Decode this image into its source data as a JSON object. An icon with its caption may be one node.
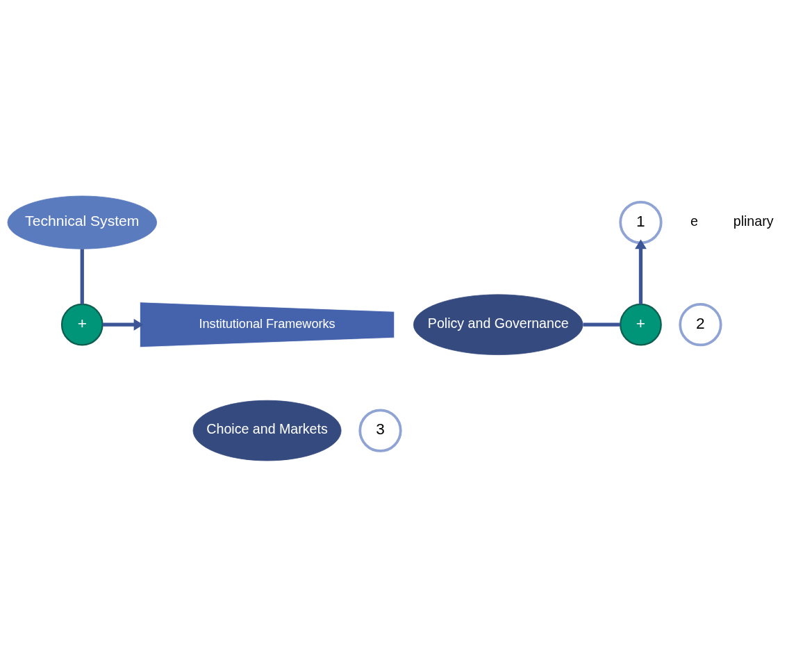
{
  "diagram": {
    "nodes": [
      {
        "text": [
          "Technical System"
        ]
      },
      {
        "text": [
          "1"
        ]
      },
      {
        "text": [
          "Institutional Frameworks"
        ]
      },
      {
        "text": [
          "Policy and Governance"
        ]
      },
      {
        "text": [
          "2"
        ]
      },
      {
        "text": [
          "Choice and Markets"
        ]
      },
      {
        "text": [
          "3"
        ]
      },
      {
        "text": [
          "+"
        ]
      },
      {
        "text": [
          "+"
        ]
      }
    ],
    "edges": [
      {
        "from": 0,
        "to": 7,
        "arrow": "none"
      },
      {
        "from": 7,
        "to": 2,
        "arrow": "to"
      },
      {
        "from": 3,
        "to": 8,
        "arrow": "none"
      },
      {
        "from": 8,
        "to": 1,
        "arrow": "to"
      }
    ],
    "labels": [
      "e",
      "plinary"
    ]
  }
}
